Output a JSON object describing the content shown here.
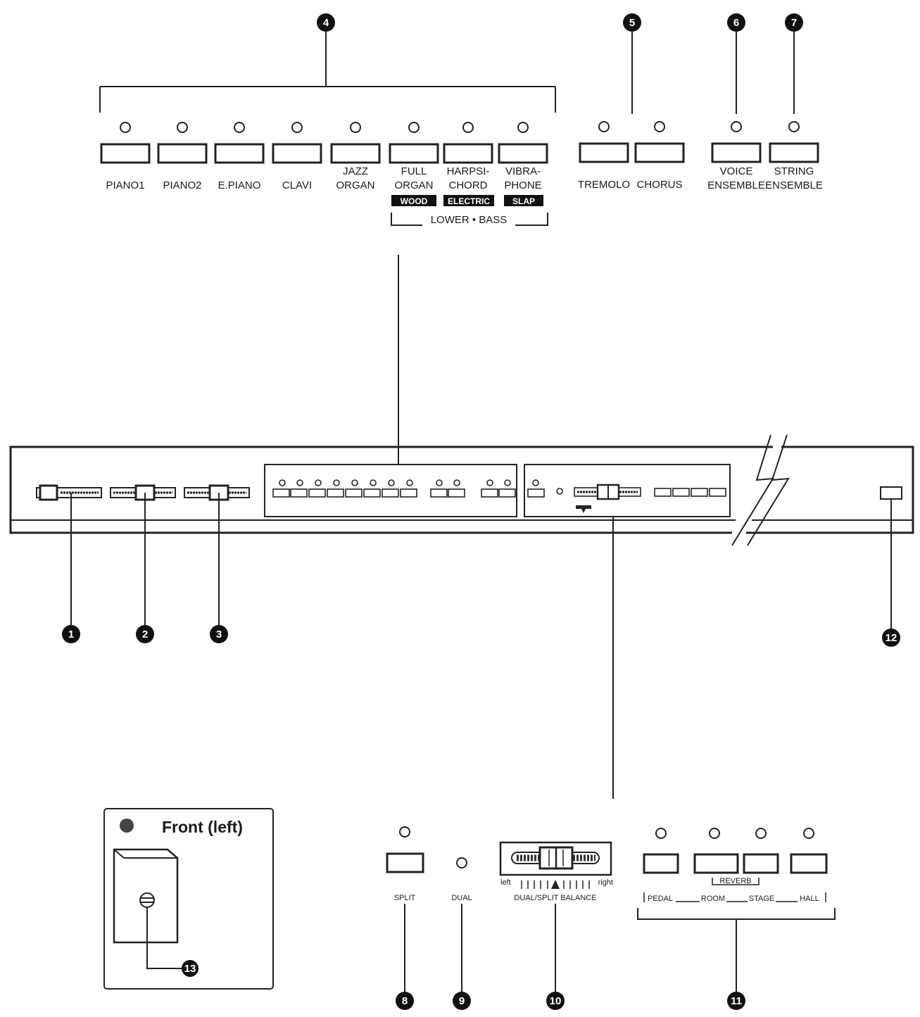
{
  "callouts": {
    "c1": "1",
    "c2": "2",
    "c3": "3",
    "c4": "4",
    "c5": "5",
    "c6": "6",
    "c7": "7",
    "c8": "8",
    "c9": "9",
    "c10": "10",
    "c11": "11",
    "c12": "12",
    "c13": "13"
  },
  "voice_buttons": [
    {
      "line1": "PIANO1",
      "line2": ""
    },
    {
      "line1": "PIANO2",
      "line2": ""
    },
    {
      "line1": "E.PIANO",
      "line2": ""
    },
    {
      "line1": "CLAVI",
      "line2": ""
    },
    {
      "line1": "JAZZ",
      "line2": "ORGAN"
    },
    {
      "line1": "FULL",
      "line2": "ORGAN"
    },
    {
      "line1": "HARPSI-",
      "line2": "CHORD"
    },
    {
      "line1": "VIBRA-",
      "line2": "PHONE"
    }
  ],
  "bass_labels": [
    "WOOD",
    "ELECTRIC",
    "SLAP"
  ],
  "lower_bass": "LOWER • BASS",
  "effect_buttons": [
    "TREMOLO",
    "CHORUS"
  ],
  "ensemble_buttons": [
    {
      "line1": "VOICE",
      "line2": "ENSEMBLE"
    },
    {
      "line1": "STRING",
      "line2": "ENSEMBLE"
    }
  ],
  "front_panel": {
    "title": "Front  (left)"
  },
  "split": "SPLIT",
  "dual": "DUAL",
  "balance": {
    "left": "left",
    "right": "right",
    "label": "DUAL/SPLIT BALANCE"
  },
  "reverb": {
    "title": "REVERB",
    "options": [
      "PEDAL",
      "ROOM",
      "STAGE",
      "HALL"
    ]
  }
}
